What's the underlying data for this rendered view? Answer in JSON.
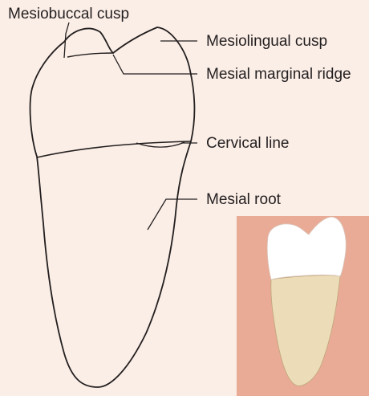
{
  "labels": {
    "mesiobuccal_cusp": "Mesiobuccal cusp",
    "mesiolingual_cusp": "Mesiolingual cusp",
    "mesial_marginal_ridge": "Mesial marginal ridge",
    "cervical_line": "Cervical line",
    "mesial_root": "Mesial root"
  },
  "colors": {
    "background": "#fbeee6",
    "line": "#231f20",
    "inset_background": "#e9ab96",
    "enamel": "#ffffff",
    "root": "#ecdcb8"
  }
}
